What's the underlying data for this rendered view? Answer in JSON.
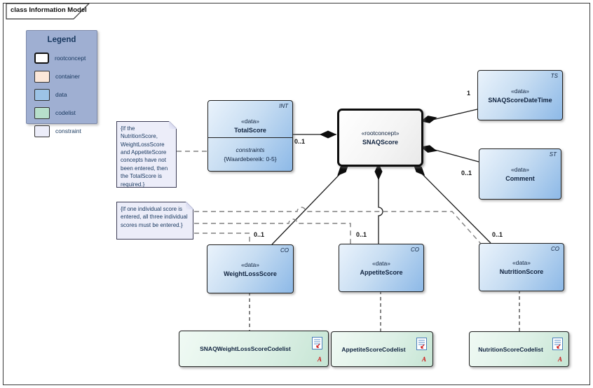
{
  "frame": {
    "label": "class Information Model"
  },
  "legend": {
    "title": "Legend",
    "items": [
      {
        "label": "rootconcept"
      },
      {
        "label": "container"
      },
      {
        "label": "data"
      },
      {
        "label": "codelist"
      },
      {
        "label": "constraint"
      }
    ]
  },
  "notes": [
    {
      "text": "{If the NutritionScore, WeightLossScore and AppetiteScore concepts have not been entered, then the TotalScore is required.}"
    },
    {
      "text": "{If one individual score is entered, all three individual scores must be entered.}"
    }
  ],
  "classes": {
    "total_score": {
      "type_tag": "INT",
      "stereotype": "«data»",
      "name": "TotalScore",
      "compartment_label": "constraints",
      "constraint": "{Waardebereik: 0-5}"
    },
    "snaq_score": {
      "stereotype": "«rootconcept»",
      "name": "SNAQScore"
    },
    "snaq_score_date_time": {
      "type_tag": "TS",
      "stereotype": "«data»",
      "name": "SNAQScoreDateTime"
    },
    "comment": {
      "type_tag": "ST",
      "stereotype": "«data»",
      "name": "Comment"
    },
    "weight_loss_score": {
      "type_tag": "CO",
      "stereotype": "«data»",
      "name": "WeightLossScore"
    },
    "appetite_score": {
      "type_tag": "CO",
      "stereotype": "«data»",
      "name": "AppetiteScore"
    },
    "nutrition_score": {
      "type_tag": "CO",
      "stereotype": "«data»",
      "name": "NutritionScore"
    }
  },
  "codelists": [
    {
      "name": "SNAQWeightLossScoreCodelist",
      "artifact_letter": "A"
    },
    {
      "name": "AppetiteScoreCodelist",
      "artifact_letter": "A"
    },
    {
      "name": "NutritionScoreCodelist",
      "artifact_letter": "A"
    }
  ],
  "multiplicities": {
    "total_score": "0..1",
    "snaq_score_date_time": "1",
    "comment": "0..1",
    "weight_loss_score": "0..1",
    "appetite_score": "0..1",
    "nutrition_score": "0..1"
  },
  "colors": {
    "data_fill": "#9CC3E6",
    "codelist_fill": "#B7DFCB",
    "container_fill": "#FBE7D9",
    "constraint_fill": "#ECEDF9",
    "rootconcept_fill": "#FFFFFF",
    "legend_bg": "#9FAFD2",
    "connector": "#1A1A1A",
    "note_link": "#808080"
  }
}
